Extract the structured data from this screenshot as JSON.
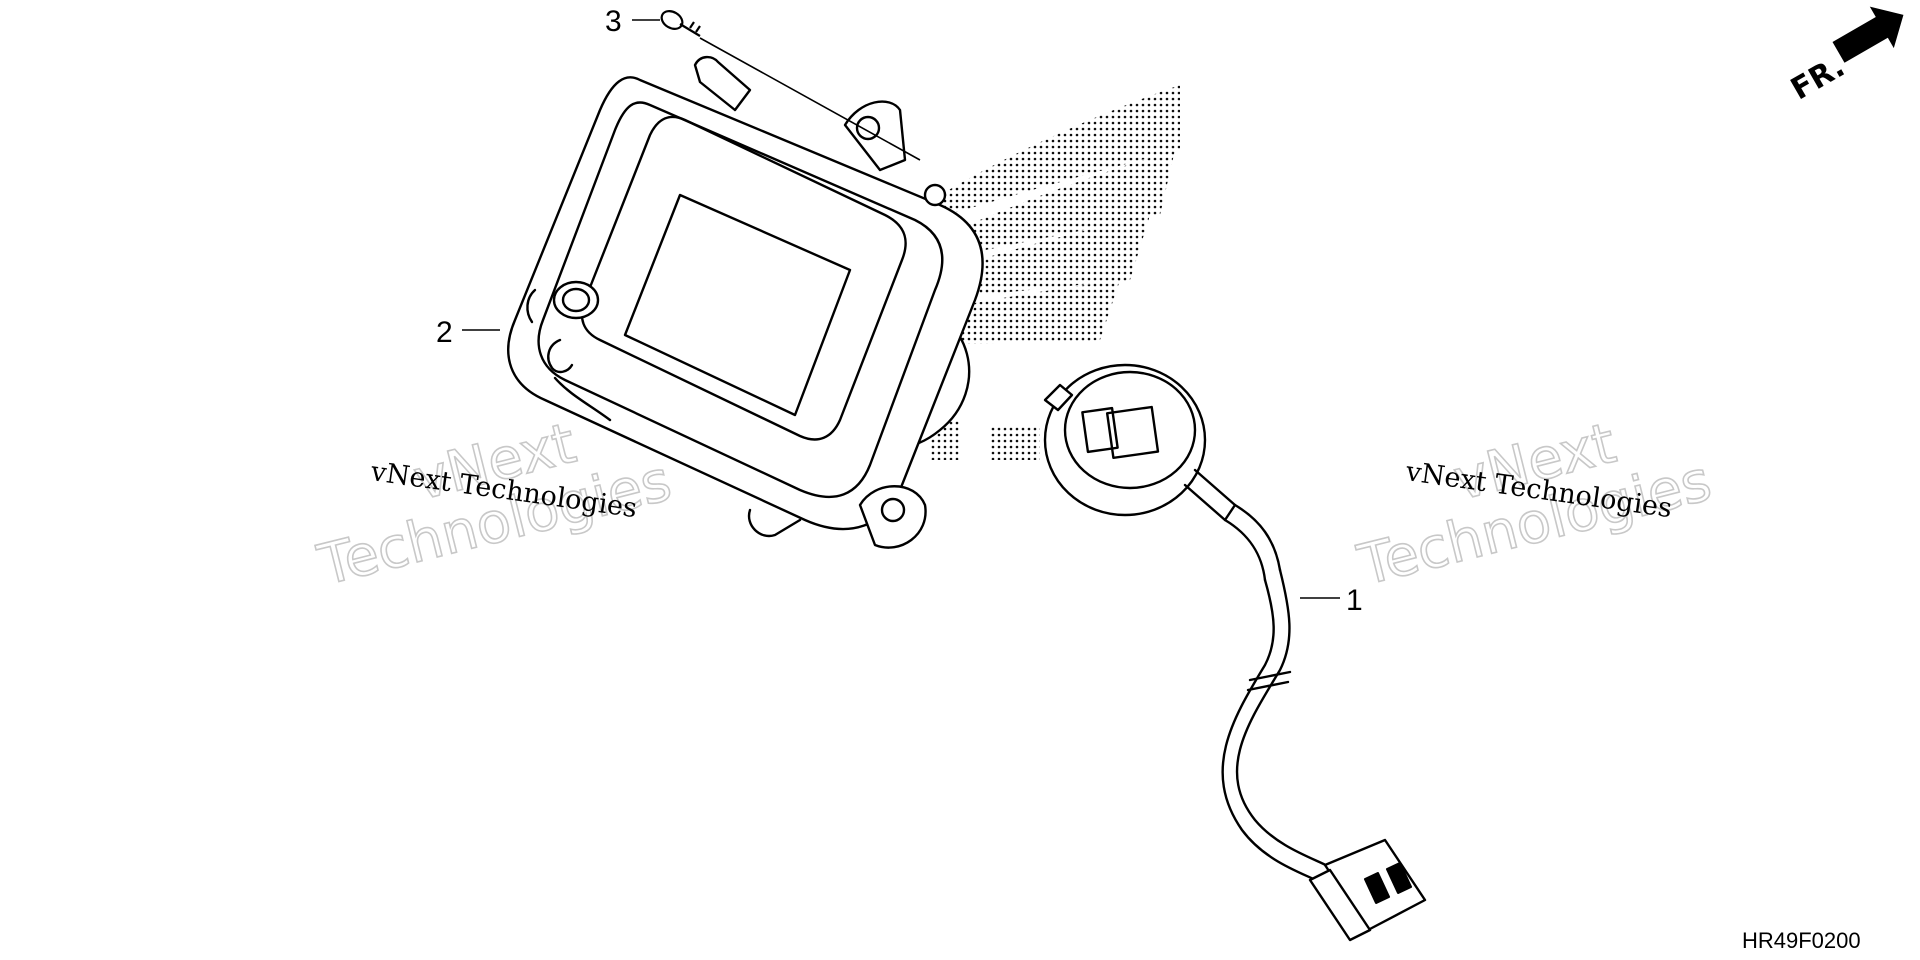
{
  "diagram": {
    "callouts": {
      "part_1": "1",
      "part_2": "2",
      "part_3": "3"
    },
    "direction_label": "FR.",
    "figure_code": "HR49F0200",
    "watermarks": {
      "left_small": "vNext Technologies",
      "left_big_line1": "vNext",
      "left_big_line2": "Technologies",
      "right_small": "vNext Technologies",
      "right_big_line1": "vNext",
      "right_big_line2": "Technologies"
    }
  }
}
